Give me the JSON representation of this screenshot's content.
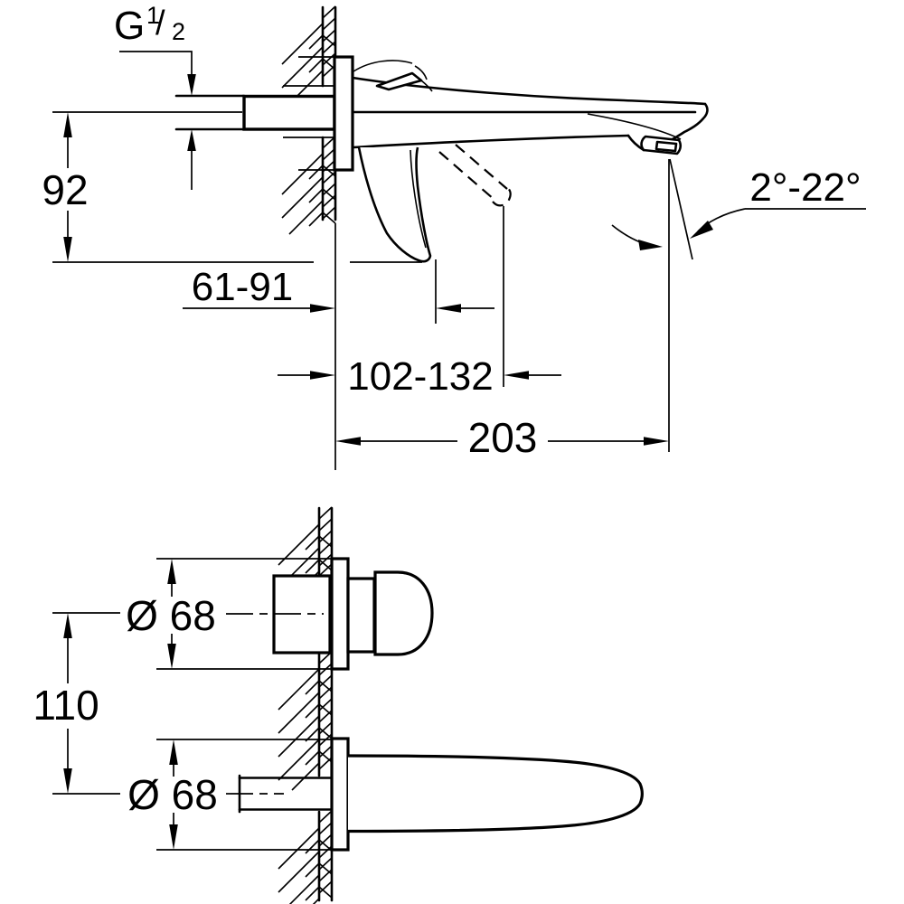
{
  "side_view": {
    "thread_label": {
      "prefix": "G",
      "numerator": "1",
      "slash": "/",
      "denominator": "2"
    },
    "dim_height_center_to_lever": "92",
    "dim_wall_to_lever_closed": "61-91",
    "dim_wall_to_lever_open": "102-132",
    "dim_spout_reach": "203",
    "dim_spout_angle": "2°-22°"
  },
  "front_view": {
    "dim_handle_escutcheon_diameter": "Ø 68",
    "dim_spout_escutcheon_diameter": "Ø 68",
    "dim_vertical_center_distance": "110"
  },
  "colors": {
    "line": "#000000",
    "background": "#ffffff"
  }
}
